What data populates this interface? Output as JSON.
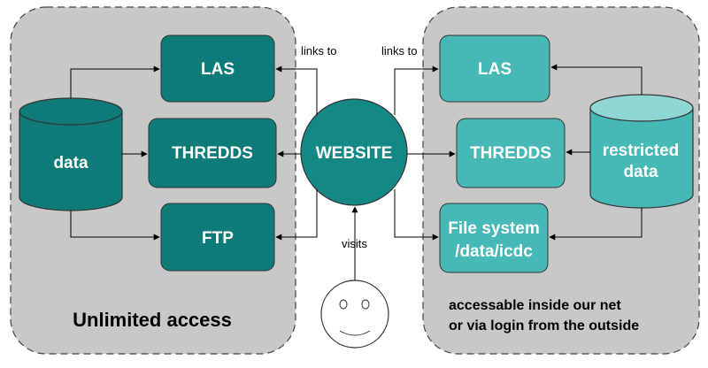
{
  "left_panel": {
    "caption": "Unlimited access",
    "data_store": "data",
    "services": [
      "LAS",
      "THREDDS",
      "FTP"
    ]
  },
  "right_panel": {
    "caption_line1": "accessable inside  our net",
    "caption_line2": "or via login from the outside",
    "data_store": "restricted data",
    "data_store_line1": "restricted",
    "data_store_line2": "data",
    "services": [
      "LAS",
      "THREDDS",
      "File system /data/icdc"
    ],
    "file_system_line1": "File system",
    "file_system_line2": "/data/icdc"
  },
  "website": {
    "label": "WEBSITE"
  },
  "connections": {
    "links_to_left": "links to",
    "links_to_right": "links to",
    "visits": "visits"
  },
  "colors": {
    "panel_fill": "#c8c8c8",
    "dark_teal": "#0f7b78",
    "light_teal": "#46b9b7",
    "cylinder_top_light": "#8fd6d4",
    "website_fill": "#138884"
  }
}
